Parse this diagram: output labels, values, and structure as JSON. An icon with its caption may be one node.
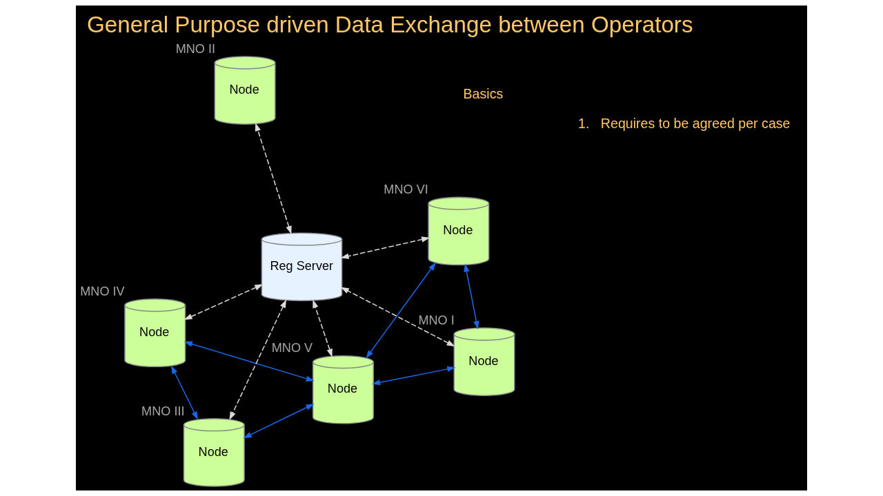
{
  "diagram": {
    "title": "General Purpose driven Data Exchange between Operators",
    "nodes": [
      {
        "text": [
          "Node"
        ],
        "beside": [
          "MNO VI"
        ]
      },
      {
        "text": [
          "Node"
        ],
        "beside": [
          "MNO I"
        ]
      },
      {
        "text": [
          "Node"
        ],
        "beside": [
          "MNO V"
        ]
      },
      {
        "text": [
          "Reg Server"
        ]
      },
      {
        "text": [
          "Node"
        ],
        "beside": [
          "MNO II"
        ]
      },
      {
        "text": [
          "Node"
        ],
        "beside": [
          "MNO IV"
        ]
      },
      {
        "text": [
          "Node"
        ],
        "beside": [
          "MNO III"
        ]
      }
    ],
    "edges": [
      {
        "from": 0,
        "to": 1,
        "arrow": "both",
        "color": "#1a66e6"
      },
      {
        "from": 0,
        "to": 2,
        "arrow": "both",
        "color": "#1a66e6"
      },
      {
        "from": 1,
        "to": 2,
        "arrow": "both",
        "color": "#1a66e6"
      },
      {
        "from": 0,
        "to": 3,
        "arrow": "both",
        "style": "dashed",
        "color": "#d9d9d9"
      },
      {
        "from": 1,
        "to": 3,
        "arrow": "both",
        "style": "dashed",
        "color": "#d9d9d9"
      },
      {
        "from": 2,
        "to": 3,
        "arrow": "both",
        "style": "dashed",
        "color": "#d9d9d9"
      },
      {
        "from": 3,
        "to": 4,
        "arrow": "both",
        "style": "dashed",
        "color": "#d9d9d9"
      },
      {
        "from": 2,
        "to": 5,
        "arrow": "both",
        "color": "#1a66e6"
      },
      {
        "from": 2,
        "to": 6,
        "arrow": "both",
        "color": "#1a66e6"
      },
      {
        "from": 3,
        "to": 5,
        "arrow": "both",
        "style": "dashed",
        "color": "#d9d9d9"
      },
      {
        "from": 3,
        "to": 6,
        "arrow": "both",
        "style": "dashed",
        "color": "#d9d9d9"
      },
      {
        "from": 5,
        "to": 6,
        "arrow": "both",
        "color": "#1a66e6"
      }
    ],
    "labels": [
      "Basics",
      "1.   Requires to be agreed per case"
    ]
  }
}
